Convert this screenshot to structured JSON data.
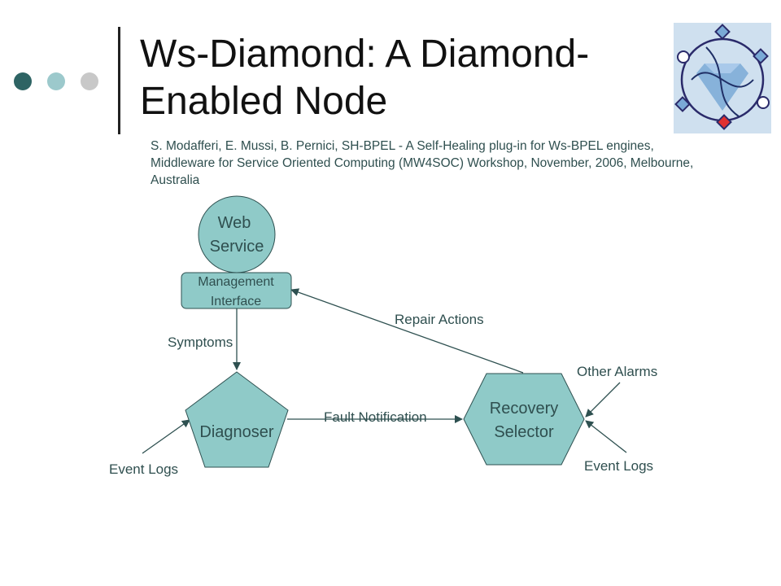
{
  "slide": {
    "title_line1": "Ws-Diamond: A Diamond-",
    "title_line2": "Enabled Node",
    "citation": "S. Modafferi, E. Mussi, B. Pernici, SH-BPEL - A Self-Healing plug-in for Ws-BPEL engines, Middleware for Service Oriented Computing (MW4SOC) Workshop, November, 2006, Melbourne, Australia",
    "logo_icon": "diamond-network-logo-icon"
  },
  "diagram": {
    "nodes": {
      "web_service": {
        "line1": "Web",
        "line2": "Service"
      },
      "management_interface": {
        "line1": "Management",
        "line2": "Interface"
      },
      "diagnoser": {
        "label": "Diagnoser"
      },
      "recovery_selector": {
        "line1": "Recovery",
        "line2": "Selector"
      }
    },
    "edges": {
      "symptoms": "Symptoms",
      "repair_actions": "Repair Actions",
      "fault_notification": "Fault Notification",
      "other_alarms": "Other Alarms",
      "event_logs_left": "Event Logs",
      "event_logs_right": "Event Logs"
    },
    "colors": {
      "node_fill": "#8fcac8",
      "node_stroke": "#2e5050",
      "edge": "#2e5050",
      "text": "#2f4f4f"
    }
  }
}
